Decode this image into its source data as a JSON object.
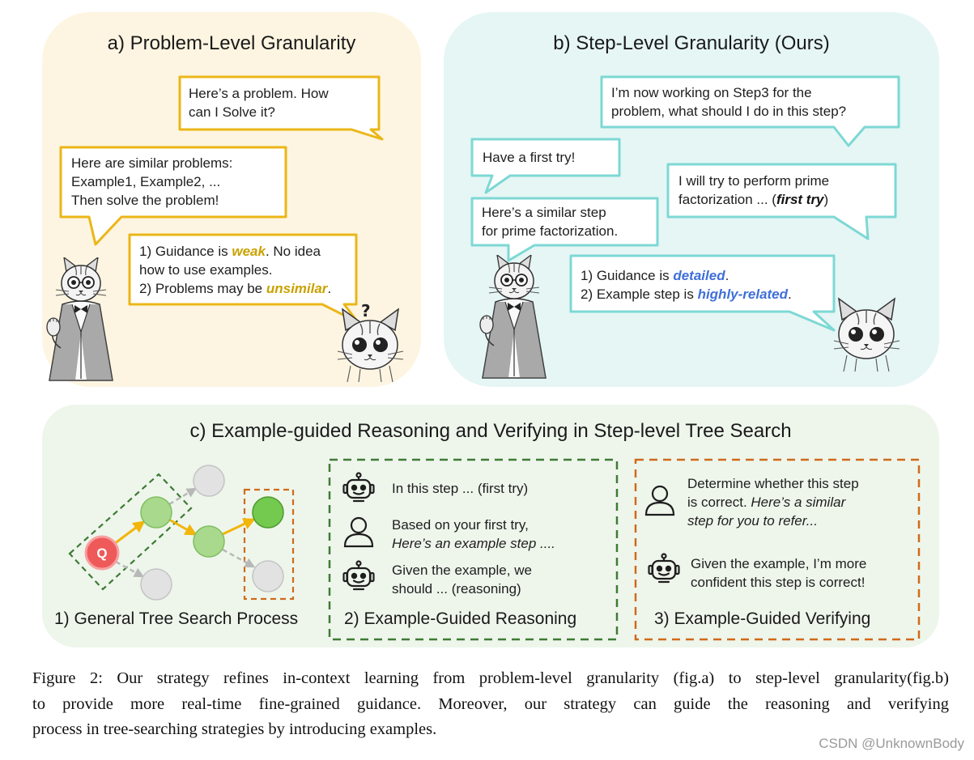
{
  "colors": {
    "panel_a_bg": "#fdf5e1",
    "panel_b_bg": "#e5f6f5",
    "panel_c_bg": "#eef6ec",
    "bubble_a_border": "#ebb617",
    "bubble_b_border": "#7dd8d4",
    "weak_highlight": "#c9a200",
    "strong_highlight": "#3f6fd9",
    "root_node": "#ee5a5a",
    "active_node": "#a9d98c",
    "selected_node": "#74c94f",
    "inactive_node": "#e2e2e2",
    "search_arrow": "#f2b50a",
    "reasoning_frame": "#3f7a35",
    "verifying_frame": "#d06a1a"
  },
  "panel_a": {
    "title": "a) Problem-Level Granularity",
    "bubble_question": [
      "Here’s  a problem. How",
      "can I Solve it?"
    ],
    "bubble_examples": [
      "Here are similar problems:",
      "Example1, Example2, ...",
      "Then solve the problem!"
    ],
    "bubble_issues": {
      "line1": {
        "before": "1) Guidance is ",
        "highlight": "weak",
        "after": ". No idea"
      },
      "line2": "how to use examples.",
      "line3": {
        "before": "2) Problems may be ",
        "highlight": "unsimilar",
        "after": "."
      }
    },
    "confused_mark": "?",
    "teacher_icon": "cat-professor-illustration",
    "student_icon": "cat-kitten-illustration"
  },
  "panel_b": {
    "title": "b) Step-Level Granularity (Ours)",
    "bubble_question": [
      "I’m now working on Step3 for the",
      "problem, what should I do in this step?"
    ],
    "bubble_hint": "Have a first try!",
    "bubble_attempt": {
      "line1": "I will try to perform prime",
      "line2": {
        "before": "factorization ... (",
        "highlight": "first try",
        "after": ")"
      }
    },
    "bubble_example": [
      "Here’s a similar step",
      "for prime factorization."
    ],
    "bubble_benefits": {
      "line1": {
        "before": "1) Guidance is ",
        "highlight": "detailed",
        "after": "."
      },
      "line2": {
        "before": "2) Example step is ",
        "highlight": "highly-related",
        "after": "."
      }
    },
    "teacher_icon": "cat-professor-illustration",
    "student_icon": "cat-kitten-illustration"
  },
  "panel_c": {
    "title": "c) Example-guided Reasoning and Verifying in Step-level Tree Search",
    "tree": {
      "root_label": "Q",
      "caption": "1) General Tree Search Process"
    },
    "reasoning": {
      "caption": "2) Example-Guided Reasoning",
      "step1": {
        "icon": "robot-icon",
        "line1": "In this step ... (first try)"
      },
      "step2": {
        "icon": "person-icon",
        "line1": "Based on your first try,",
        "line2": "Here’s an example step ...."
      },
      "step3": {
        "icon": "robot-icon",
        "line1": "Given the example, we",
        "line2": "should ... (reasoning)"
      }
    },
    "verifying": {
      "caption": "3) Example-Guided Verifying",
      "step1": {
        "icon": "person-icon",
        "line1": "Determine whether this step",
        "line2": {
          "before": "is correct. ",
          "italic": "Here’s a similar"
        },
        "line3": "step for you to refer..."
      },
      "step2": {
        "icon": "robot-icon",
        "line1": "Given the example, I’m more",
        "line2": "confident this step is correct!"
      }
    }
  },
  "caption": {
    "lines": [
      "Figure 2: Our strategy refines in-context learning from problem-level granularity (fig.a) to step-level granularity(fig.b)",
      "to provide more real-time fine-grained guidance. Moreover, our strategy can guide the reasoning and verifying",
      "process in tree-searching strategies by introducing examples."
    ]
  },
  "watermark": "CSDN @UnknownBody"
}
